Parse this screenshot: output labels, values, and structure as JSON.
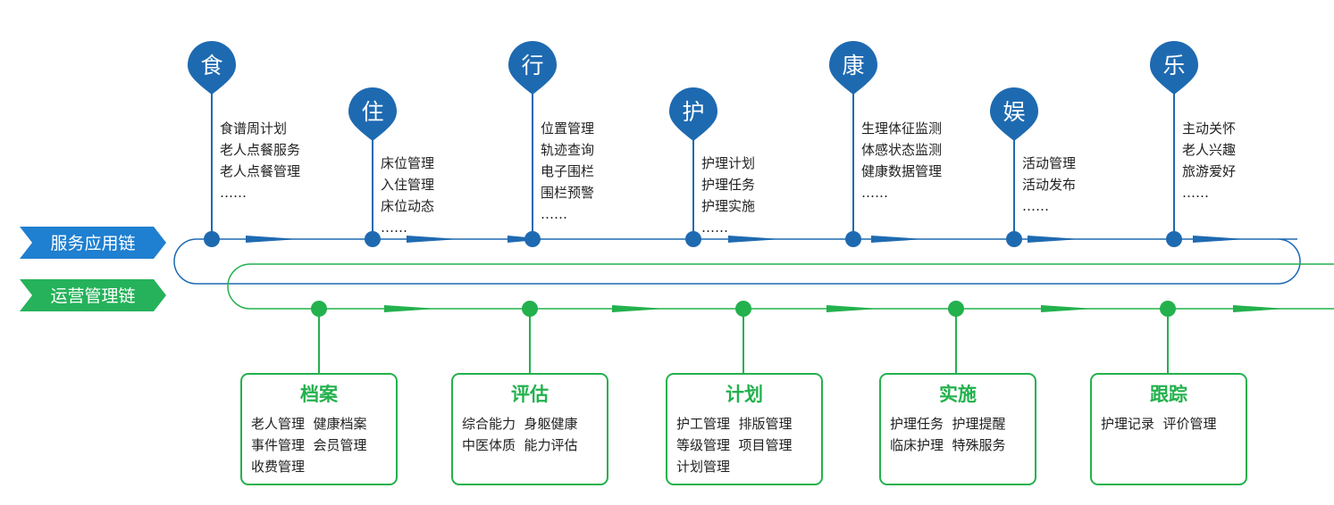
{
  "colors": {
    "service_blue": "#1e6ab1",
    "ops_green": "#23b14d",
    "service_banner": "#1f7fd0",
    "ops_banner": "#25b25a"
  },
  "chains": {
    "service_label": "服务应用链",
    "ops_label": "运营管理链"
  },
  "service_nodes": [
    {
      "label": "食",
      "items": [
        "食谱周计划",
        "老人点餐服务",
        "老人点餐管理",
        "……"
      ]
    },
    {
      "label": "住",
      "items": [
        "床位管理",
        "入住管理",
        "床位动态",
        "……"
      ]
    },
    {
      "label": "行",
      "items": [
        "位置管理",
        "轨迹查询",
        "电子围栏",
        "围栏预警",
        "……"
      ]
    },
    {
      "label": "护",
      "items": [
        "护理计划",
        "护理任务",
        "护理实施",
        "……"
      ]
    },
    {
      "label": "康",
      "items": [
        "生理体征监测",
        "体感状态监测",
        "健康数据管理",
        "……"
      ]
    },
    {
      "label": "娱",
      "items": [
        "活动管理",
        "活动发布",
        "……"
      ]
    },
    {
      "label": "乐",
      "items": [
        "主动关怀",
        "老人兴趣",
        "旅游爱好",
        "……"
      ]
    }
  ],
  "ops_nodes": [
    {
      "title": "档案",
      "lines": [
        "老人管理  健康档案",
        "事件管理  会员管理",
        "收费管理"
      ]
    },
    {
      "title": "评估",
      "lines": [
        "综合能力  身躯健康",
        "中医体质  能力评估"
      ]
    },
    {
      "title": "计划",
      "lines": [
        "护工管理  排版管理",
        "等级管理  项目管理",
        "计划管理"
      ]
    },
    {
      "title": "实施",
      "lines": [
        "护理任务  护理提醒",
        "临床护理  特殊服务"
      ]
    },
    {
      "title": "跟踪",
      "lines": [
        "护理记录  评价管理"
      ]
    }
  ]
}
